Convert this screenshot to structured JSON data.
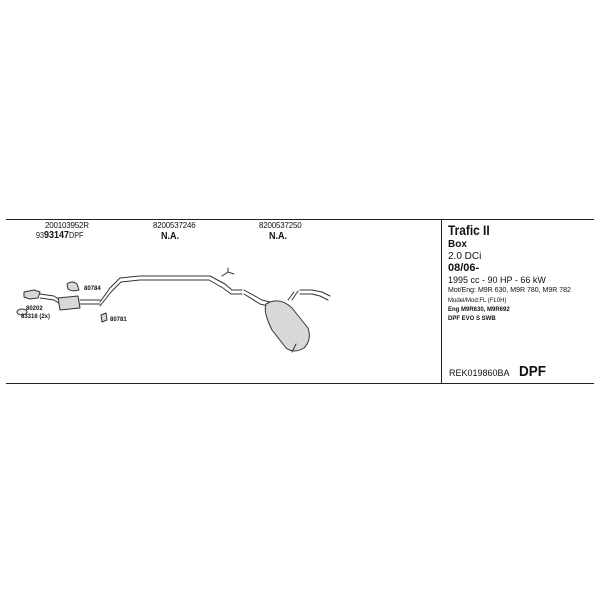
{
  "parts": [
    {
      "number": "200103952R",
      "code_prefix": "93",
      "code": "93147",
      "code_suffix": "DPF"
    },
    {
      "number": "8200537246",
      "code": "N.A."
    },
    {
      "number": "8200537250",
      "code": "N.A."
    }
  ],
  "labels": {
    "l80784": "80784",
    "l80202": "80202",
    "l83316": "83316 (2x)",
    "l80781": "80781"
  },
  "vehicle": {
    "model": "Trafic II",
    "body": "Box",
    "engine": "2.0 DCi",
    "date": "08/06-",
    "power": "1995 cc - 90 HP - 66 kW",
    "mot_eng": "Mot/Eng: M9R 630, M9R 780, M9R 782",
    "model_code": "Model/Mod:FL (FL0H)",
    "eng": "Eng M9R630, M9R692",
    "dpf_line": "DPF EVO S   SWB"
  },
  "reference": "REK019860BA",
  "dpf_label": "DPF",
  "colors": {
    "line": "#222222",
    "part_fill": "#d8d8d8",
    "part_stroke": "#333333"
  }
}
